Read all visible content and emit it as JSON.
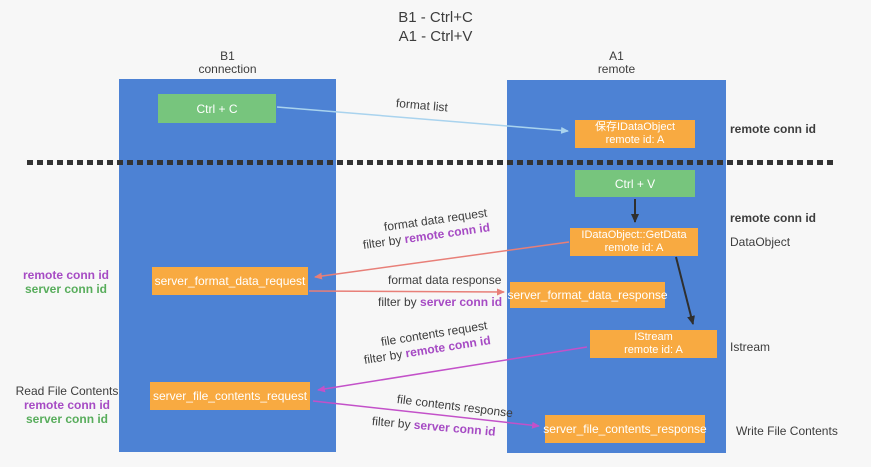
{
  "colors": {
    "background": "#f7f7f7",
    "lane_blue": "#4d82d4",
    "box_green": "#77c57d",
    "box_orange": "#f8aa41",
    "arrow_light_blue": "#a9d3ee",
    "arrow_red": "#e87f78",
    "arrow_magenta": "#c351c9",
    "arrow_black": "#2f2f2f",
    "text_dark": "#3d3d3d",
    "text_purple": "#a64bc4",
    "text_green": "#58ad5c",
    "dashed_line": "#333333"
  },
  "title": {
    "line1": "B1 - Ctrl+C",
    "line2": "A1 - Ctrl+V"
  },
  "lanes": {
    "left": {
      "name": "B1",
      "role": "connection"
    },
    "right": {
      "name": "A1",
      "role": "remote"
    }
  },
  "boxes": {
    "ctrl_c": {
      "label": "Ctrl + C"
    },
    "save_idataobject": {
      "line1": "保存IDataObject",
      "line2": "remote id: A"
    },
    "ctrl_v": {
      "label": "Ctrl + V"
    },
    "idataobject_getdata": {
      "line1": "IDataObject::GetData",
      "line2": "remote id: A"
    },
    "server_format_data_request": {
      "label": "server_format_data_request"
    },
    "server_format_data_response": {
      "label": "server_format_data_response"
    },
    "istream": {
      "line1": "IStream",
      "line2": "remote id: A"
    },
    "server_file_contents_request": {
      "label": "server_file_contents_request"
    },
    "server_file_contents_response": {
      "label": "server_file_contents_response"
    }
  },
  "arrows": {
    "format_list": {
      "label": "format list"
    },
    "format_data_request": {
      "label": "format data request",
      "filter_prefix": "filter by ",
      "filter_key": "remote conn id"
    },
    "format_data_response": {
      "label": "format data response",
      "filter_prefix": "filter by ",
      "filter_key": "server conn id"
    },
    "file_contents_request": {
      "label": "file contents request",
      "filter_prefix": "filter by ",
      "filter_key": "remote conn id"
    },
    "file_contents_response": {
      "label": "file contents response",
      "filter_prefix": "filter by ",
      "filter_key": "server conn id"
    }
  },
  "side_labels": {
    "right_top_conn_id": "remote conn id",
    "right_mid_conn_id": "remote conn id",
    "dataobject": "DataObject",
    "istream": "Istream",
    "write_file_contents": "Write File Contents",
    "left_format_remote": "remote conn id",
    "left_format_server": "server conn id",
    "read_file_contents": "Read File Contents",
    "left_file_remote": "remote conn id",
    "left_file_server": "server conn id"
  }
}
